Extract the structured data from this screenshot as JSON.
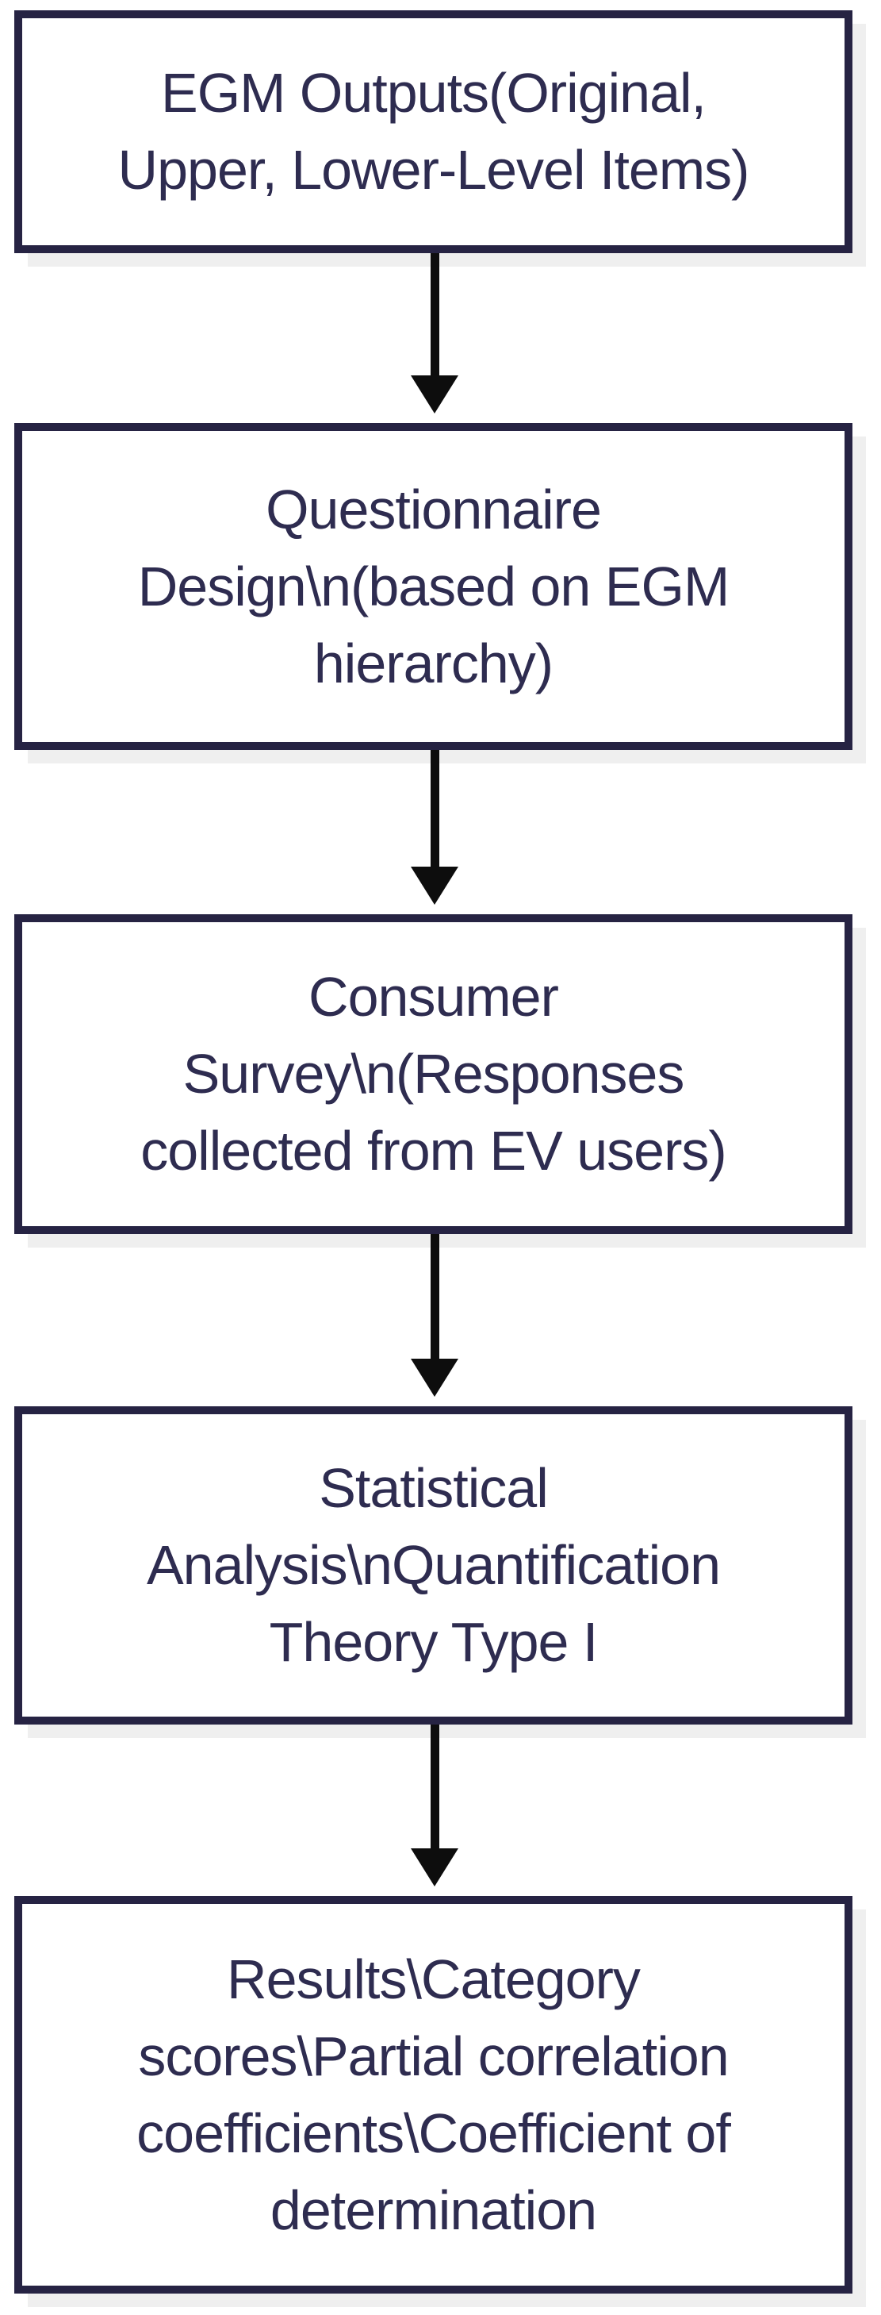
{
  "diagram": {
    "type": "flowchart",
    "direction": "top-down",
    "colors": {
      "background": "#ffffff",
      "node_border": "#262343",
      "node_fill": "#ffffff",
      "node_text": "#2e2c50",
      "node_shadow": "#efefef",
      "arrow": "#0d0d0d"
    },
    "nodes": [
      {
        "id": "egm-outputs",
        "text": "EGM Outputs(Original,\nUpper, Lower-Level Items)"
      },
      {
        "id": "questionnaire-design",
        "text": "Questionnaire\nDesign\\n(based on EGM\nhierarchy)"
      },
      {
        "id": "consumer-survey",
        "text": "Consumer\nSurvey\\n(Responses\ncollected from EV users)"
      },
      {
        "id": "statistical-analysis",
        "text": "Statistical\nAnalysis\\nQuantification\nTheory Type I"
      },
      {
        "id": "results",
        "text": "Results\\Category\nscores\\Partial correlation\ncoefficients\\Coefficient of\ndetermination"
      }
    ],
    "connections": [
      {
        "from": "egm-outputs",
        "to": "questionnaire-design",
        "style": "arrow-down"
      },
      {
        "from": "questionnaire-design",
        "to": "consumer-survey",
        "style": "arrow-down"
      },
      {
        "from": "consumer-survey",
        "to": "statistical-analysis",
        "style": "arrow-down"
      },
      {
        "from": "statistical-analysis",
        "to": "results",
        "style": "arrow-down"
      }
    ]
  }
}
